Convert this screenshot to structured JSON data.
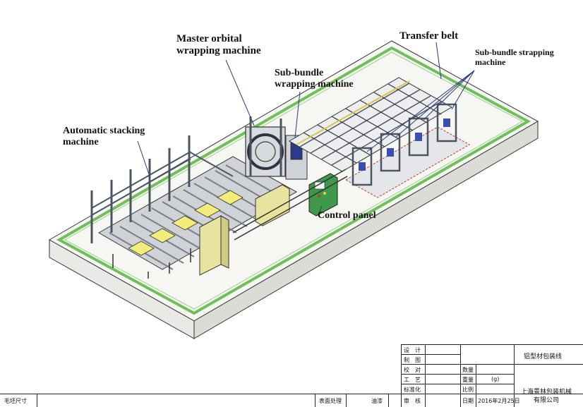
{
  "callouts": {
    "master_orbital": [
      "Master orbital",
      "wrapping machine"
    ],
    "sub_bundle_wrapping": [
      "Sub-bundle",
      "wrapping machine"
    ],
    "automatic_stacking": [
      "Automatic stacking",
      "machine"
    ],
    "transfer_belt": "Transfer belt",
    "sub_bundle_strapping": [
      "Sub-bundle strapping",
      "machine"
    ],
    "control_panel": "Control panel"
  },
  "title_block": {
    "rows_left": [
      {
        "label": "设　计"
      },
      {
        "label": "制　图"
      },
      {
        "label": "校　对"
      },
      {
        "label": "工　艺"
      },
      {
        "label": "标准化"
      },
      {
        "label": "审　核"
      }
    ],
    "qty_label": "数量",
    "weight_label": "重量",
    "weight_unit": "(g)",
    "scale_label": "比例",
    "date_label": "日期",
    "date_value": "2016年2月25日",
    "product_name": "铝型材包装线",
    "company_line1": "上海景林包装机械",
    "company_line2": "有限公司",
    "blank_size_label": "毛坯尺寸",
    "surface_label": "表面处理",
    "surface_value": "油漆"
  },
  "colors": {
    "floor_border": "#6fbf5a",
    "floor_fill": "#f4f4f1",
    "machine_frame": "#5b6470",
    "panel_yellow": "#f2ec7a",
    "control_green": "#3e9a4a",
    "cabinet": "#e8e4a0",
    "accent_blue": "#3a4fb0",
    "accent_red": "#c0392b"
  }
}
